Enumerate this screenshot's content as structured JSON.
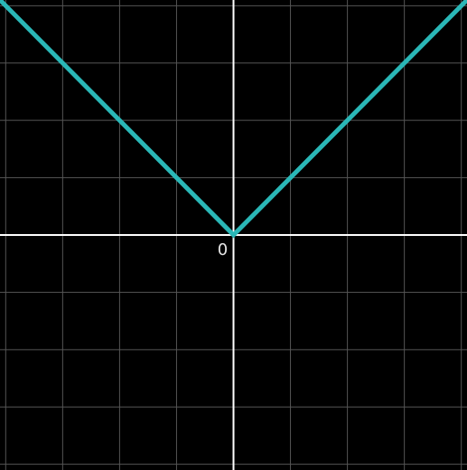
{
  "chart_data": {
    "type": "line",
    "title": "",
    "xlabel": "",
    "ylabel": "",
    "xlim": [
      -4.1,
      4.1
    ],
    "ylim": [
      -4.1,
      4.1
    ],
    "grid": true,
    "grid_step": 1,
    "origin_label": "0",
    "series": [
      {
        "x": [
          -4.1,
          0,
          4.1
        ],
        "y": [
          4.1,
          0,
          4.1
        ],
        "color": "#2ab7b7"
      }
    ]
  },
  "colors": {
    "background": "#000000",
    "grid": "#555555",
    "axes": "#ffffff",
    "line": "#2ab7b7"
  }
}
